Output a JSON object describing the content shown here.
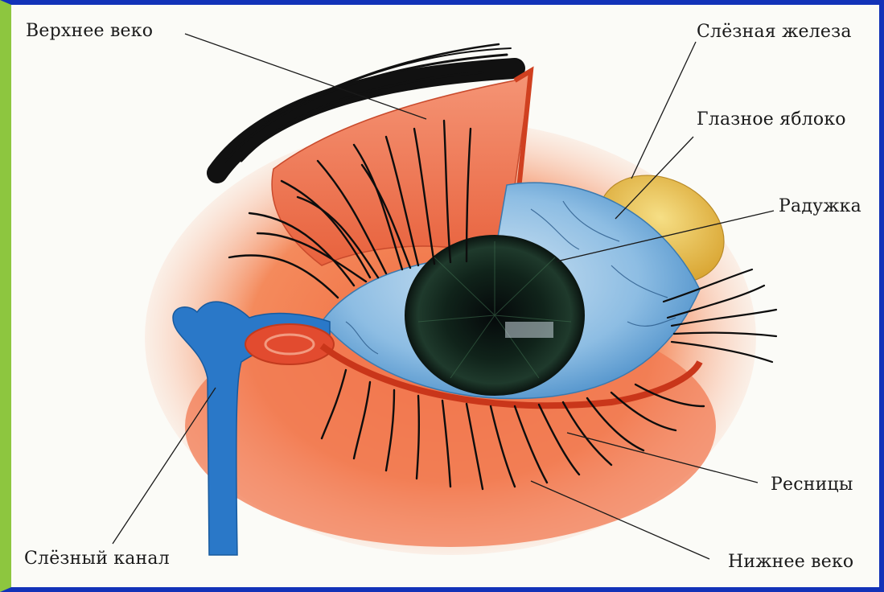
{
  "diagram": {
    "labels": {
      "upper_lid": "Верхнее веко",
      "lacrimal_gland": "Слёзная железа",
      "eyeball": "Глазное яблоко",
      "iris": "Радужка",
      "eyelashes": "Ресницы",
      "lower_lid": "Нижнее веко",
      "tear_duct": "Слёзный канал"
    },
    "colors": {
      "frame_green": "#8dc63f",
      "frame_blue": "#1232b8",
      "skin": "#f07850",
      "eyeball_blue": "#7fb2dd",
      "duct_blue": "#2a78c8",
      "gland_yellow": "#e8c04a",
      "pupil": "#0c1410"
    }
  }
}
